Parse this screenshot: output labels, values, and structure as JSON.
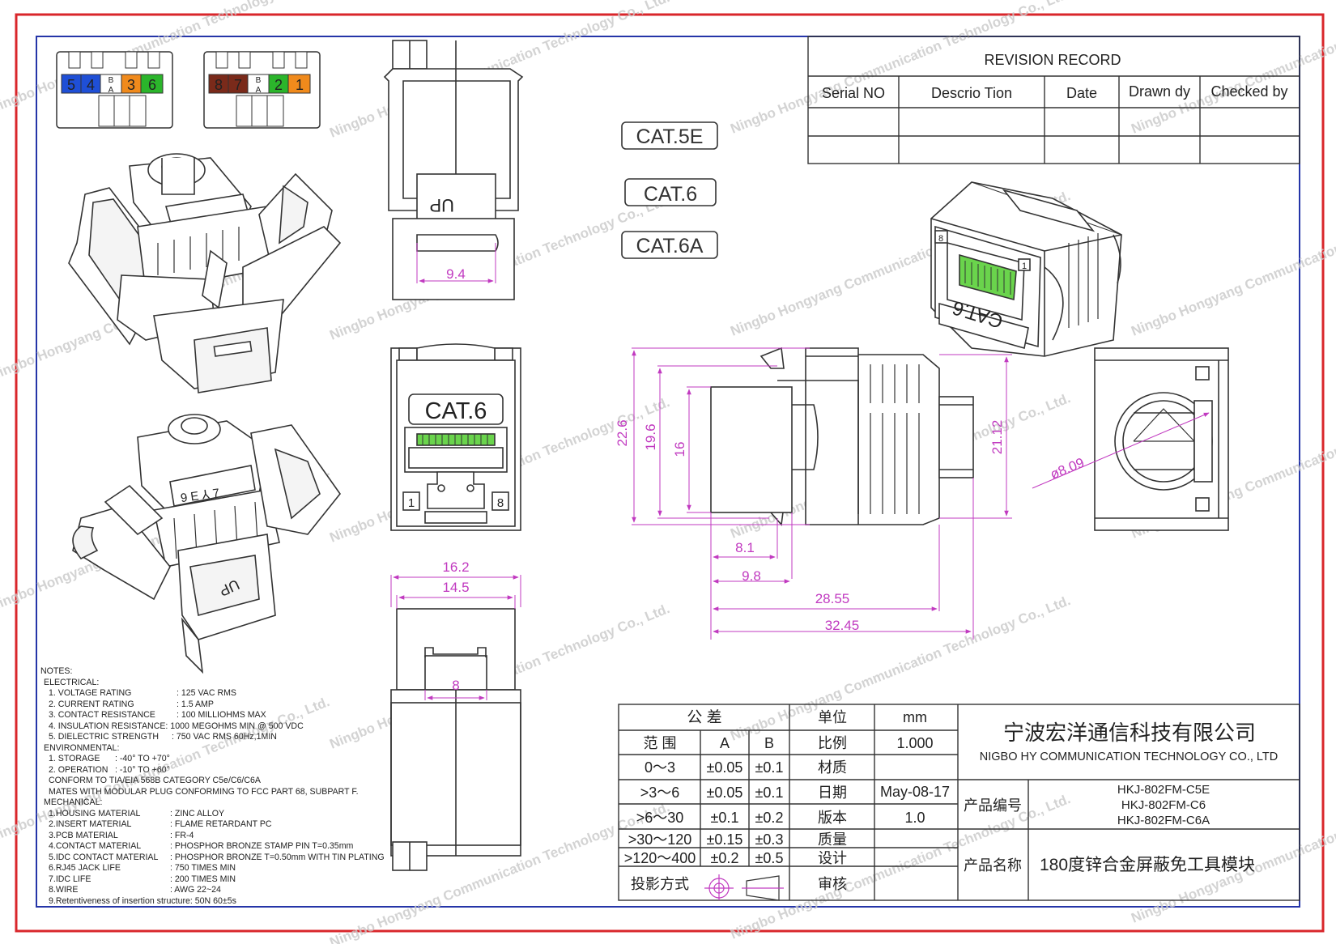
{
  "revision": {
    "title": "REVISION RECORD",
    "headers": [
      "Serial NO",
      "Descrio Tion",
      "Date",
      "Drawn dy",
      "Checked by"
    ]
  },
  "categories": [
    "CAT.5E",
    "CAT.6",
    "CAT.6A"
  ],
  "front_label": "CAT.6",
  "iso_label": "CAT.6",
  "up_label": "UP",
  "wire_left": [
    "5",
    "4",
    "B",
    "A",
    "3",
    "6"
  ],
  "wire_right": [
    "8",
    "7",
    "B",
    "A",
    "2",
    "1"
  ],
  "port_numbers": [
    "1",
    "8"
  ],
  "iso_port_numbers": [
    "8",
    "1"
  ],
  "dims": {
    "d9_4": "9.4",
    "d16_2": "16.2",
    "d14_5": "14.5",
    "d8": "8",
    "d22_6": "22.6",
    "d19_6": "19.6",
    "d16": "16",
    "d21_12": "21.12",
    "d8_1": "8.1",
    "d9_8": "9.8",
    "d28_55": "28.55",
    "d32_45": "32.45",
    "dia": "ø8.09"
  },
  "tolerance": {
    "header": "公  差",
    "range": "范  围",
    "col_a": "A",
    "col_b": "B",
    "rows": [
      {
        "range": "0～3",
        "a": "±0.05",
        "b": "±0.1"
      },
      {
        "range": ">3～6",
        "a": "±0.05",
        "b": "±0.1"
      },
      {
        "range": ">6～30",
        "a": "±0.1",
        "b": "±0.2"
      },
      {
        "range": ">30～120",
        "a": "±0.15",
        "b": "±0.3"
      },
      {
        "range": ">120～400",
        "a": "±0.2",
        "b": "±0.5"
      }
    ],
    "projection": "投影方式"
  },
  "props": [
    {
      "label": "单位",
      "value": "mm"
    },
    {
      "label": "比例",
      "value": "1.000"
    },
    {
      "label": "材质",
      "value": ""
    },
    {
      "label": "日期",
      "value": "May-08-17"
    },
    {
      "label": "版本",
      "value": "1.0"
    },
    {
      "label": "质量",
      "value": ""
    },
    {
      "label": "设计",
      "value": ""
    },
    {
      "label": "审核",
      "value": ""
    }
  ],
  "company": {
    "name_cn": "宁波宏洋通信科技有限公司",
    "name_en": "NIGBO HY COMMUNICATION TECHNOLOGY CO., LTD"
  },
  "product": {
    "code_label": "产品编号",
    "codes": [
      "HKJ-802FM-C5E",
      "HKJ-802FM-C6",
      "HKJ-802FM-C6A"
    ],
    "name_label": "产品名称",
    "name": "180度锌合金屏蔽免工具模块"
  },
  "notes": {
    "title": "NOTES:",
    "electrical": "ELECTRICAL:",
    "elec_items": [
      {
        "k": "1. VOLTAGE RATING",
        "v": ": 125 VAC RMS"
      },
      {
        "k": "2. CURRENT RATING",
        "v": ": 1.5 AMP"
      },
      {
        "k": "3. CONTACT RESISTANCE",
        "v": ": 100 MILLIOHMS MAX"
      },
      {
        "k": "4. INSULATION RESISTANCE: 1000 MEGOHMS MIN @ 500 VDC",
        "v": ""
      },
      {
        "k": "5. DIELECTRIC STRENGTH",
        "v": ": 750 VAC RMS 60Hz,1MIN"
      }
    ],
    "environmental": "ENVIRONMENTAL:",
    "env_items": [
      {
        "k": "1. STORAGE",
        "v": ": -40° TO +70°"
      },
      {
        "k": "2. OPERATION",
        "v": ": -10° TO +60°"
      }
    ],
    "conform": "CONFORM TO TIA/EIA 568B CATEGORY C5e/C6/C6A",
    "mates": "MATES WITH MODULAR PLUG CONFORMING TO FCC PART 68, SUBPART F.",
    "mechanical": "MECHANICAL:",
    "mech_items": [
      {
        "k": "1.HOUSING MATERIAL",
        "v": ": ZINC ALLOY"
      },
      {
        "k": "2.INSERT MATERIAL",
        "v": ": FLAME RETARDANT PC"
      },
      {
        "k": "3.PCB MATERIAL",
        "v": ": FR-4"
      },
      {
        "k": "4.CONTACT MATERIAL",
        "v": ": PHOSPHOR BRONZE STAMP PIN T=0.35mm"
      },
      {
        "k": "5.IDC CONTACT MATERIAL",
        "v": ": PHOSPHOR BRONZE T=0.50mm WITH TIN PLATING"
      },
      {
        "k": "6.RJ45 JACK LIFE",
        "v": ": 750 TIMES MIN"
      },
      {
        "k": "7.IDC LIFE",
        "v": ": 200 TIMES MIN"
      },
      {
        "k": "8.WIRE",
        "v": ": AWG 22~24"
      }
    ],
    "retentive": "9.Retentiveness of insertion structure: 50N 60±5s"
  },
  "watermark": "Ningbo Hongyang Communication Technology Co., Ltd.",
  "colors": {
    "outer_frame": "#d9262b",
    "inner_frame": "#2535a8",
    "dimension": "#c13ac0",
    "wire_blue": "#1f4fd6",
    "wire_orange": "#f08a1c",
    "wire_green": "#2bb52b",
    "wire_brown": "#7a2a1a",
    "contacts_green": "#6ad44c"
  }
}
